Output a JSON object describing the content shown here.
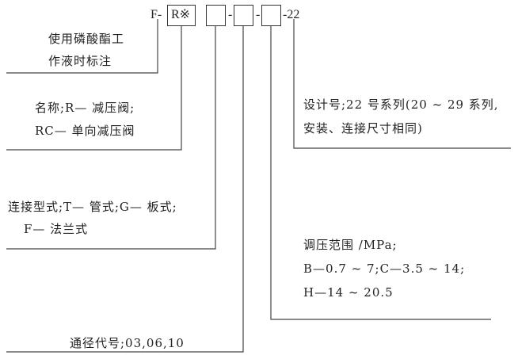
{
  "code": {
    "prefix": "F-",
    "name_box": "R※",
    "sep1": "-",
    "sep2": "-",
    "suffix": "-22"
  },
  "notes": {
    "phosphate": [
      "使用磷酸酯工",
      "作液时标注"
    ],
    "name": [
      "名称;R— 减压阀;",
      "RC— 单向减压阀"
    ],
    "connection": [
      "连接型式;T— 管式;G— 板式;",
      "F— 法兰式"
    ],
    "bore": "通径代号;03,06,10",
    "design": [
      "设计号;22 号系列(20 ~ 29 系列,",
      "安装、连接尺寸相同)"
    ],
    "pressure": [
      "调压范围 /MPa;",
      "B—0.7 ~ 7;C—3.5 ~ 14;",
      "H—14 ~ 20.5"
    ]
  }
}
